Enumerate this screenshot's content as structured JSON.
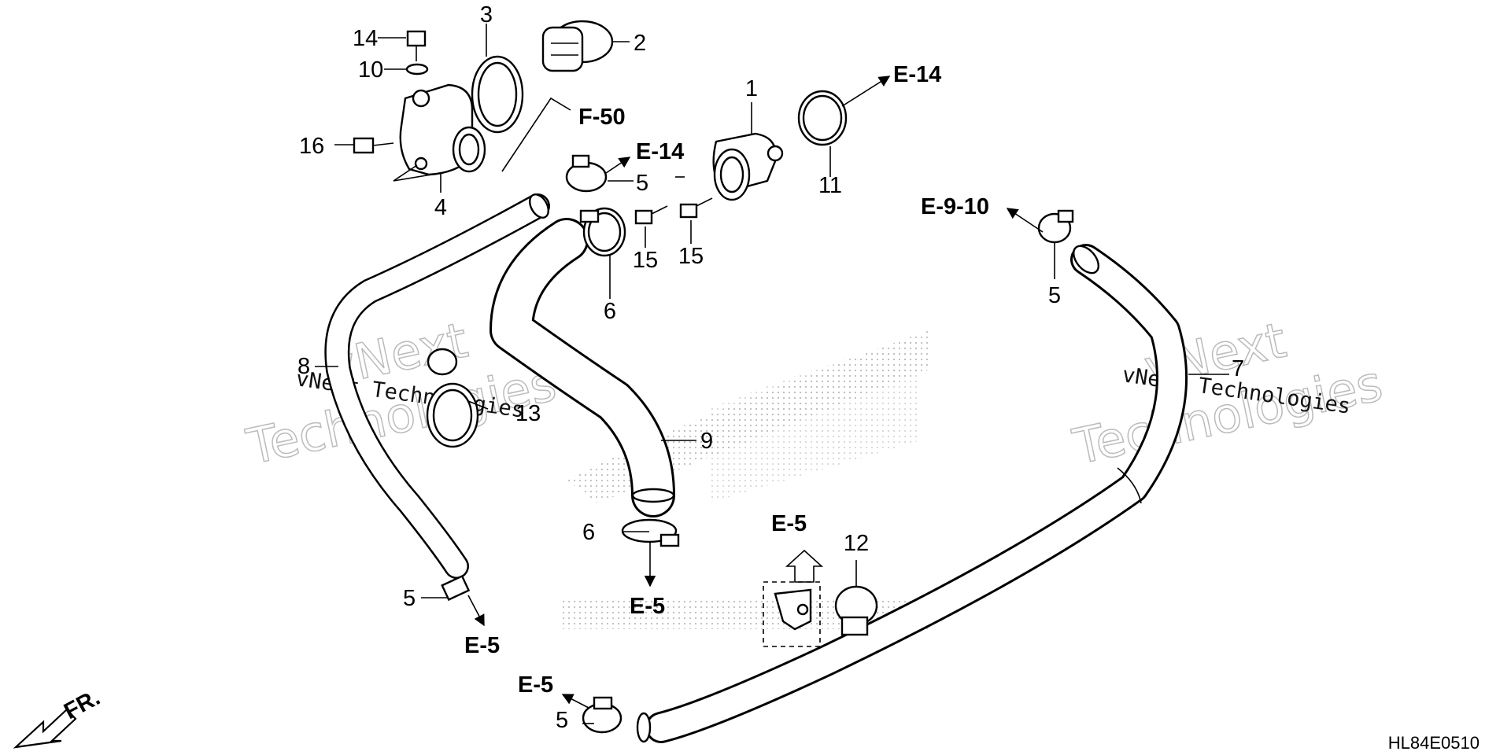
{
  "callouts": {
    "c1": "1",
    "c2": "2",
    "c3": "3",
    "c4": "4",
    "c5a": "5",
    "c5b": "5",
    "c5c": "5",
    "c5d": "5",
    "c6a": "6",
    "c6b": "6",
    "c7": "7",
    "c8": "8",
    "c9": "9",
    "c10": "10",
    "c11": "11",
    "c12": "12",
    "c13": "13",
    "c14": "14",
    "c15a": "15",
    "c15b": "15",
    "c16": "16"
  },
  "references": {
    "f50": "F-50",
    "e14_top": "E-14",
    "e14_mid": "E-14",
    "e9_10": "E-9-10",
    "e5_clamp": "E-5",
    "e5_left": "E-5",
    "e5_box": "E-5",
    "e5_bottom": "E-5"
  },
  "direction_label": "FR.",
  "diagram_code": "HL84E0510",
  "watermarks": {
    "left_brand": "vNext Technologies",
    "right_brand": "vNext Technologies",
    "left_big1": "vNext",
    "left_big2": "Technologies",
    "right_big1": "vNext",
    "right_big2": "Technologies"
  }
}
